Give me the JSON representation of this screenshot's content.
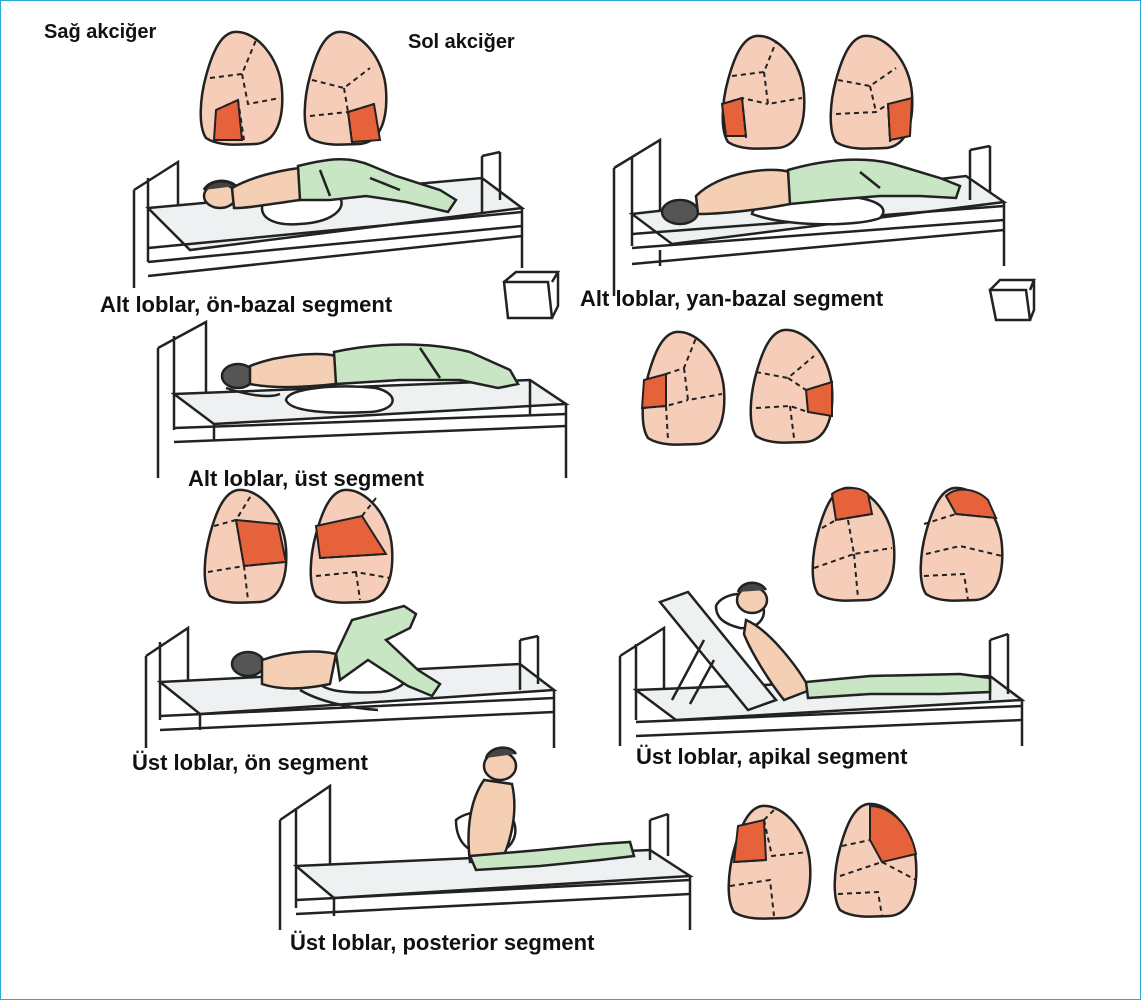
{
  "legend": {
    "right_lung": "Sağ akciğer",
    "left_lung": "Sol akciğer"
  },
  "colors": {
    "lung_fill": "#f6cdb9",
    "highlight": "#e5623b",
    "outline": "#222222",
    "frame": "#2aa6d8",
    "pants": "#c9e6c4",
    "skin": "#f4cfb4"
  },
  "panels": [
    {
      "label": "Alt loblar, ön-bazal segment",
      "position": "supine, bed tilted head-down"
    },
    {
      "label": "Alt loblar, yan-bazal segment",
      "position": "side-lying, bed tilted head-down"
    },
    {
      "label": "Alt loblar, üst segment",
      "position": "prone, flat bed"
    },
    {
      "label": "Üst loblar, ön segment",
      "position": "supine, knees bent"
    },
    {
      "label": "Üst loblar, apikal segment",
      "position": "semi-sitting, backrest raised"
    },
    {
      "label": "Üst loblar, posterior segment",
      "position": "sitting, leaning forward"
    }
  ]
}
